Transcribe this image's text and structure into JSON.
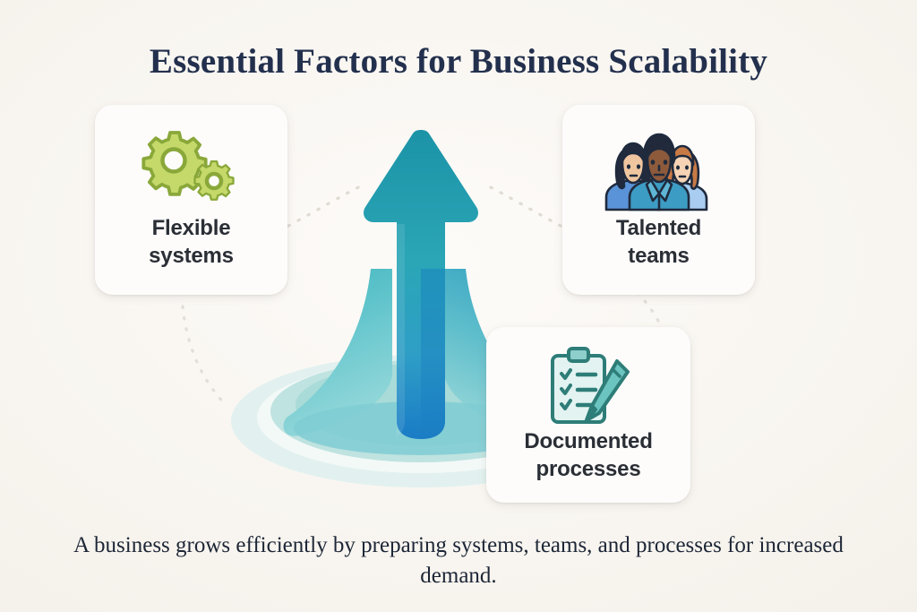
{
  "page": {
    "title": "Essential Factors for Business Scalability",
    "caption": "A business grows efficiently by preparing systems, teams, and processes for increased demand.",
    "background_color": "#f7f4ef",
    "title_color": "#23304d",
    "caption_color": "#1d2636"
  },
  "arrow": {
    "name": "upward-growth-arrow",
    "direction": "up",
    "color_top": "#1a90a6",
    "color_mid": "#2aa3b4",
    "color_bottom": "#1b7fc4",
    "base_ring_outer_color": "#dff0ef",
    "base_ring_inner_color": "#bfe3e0"
  },
  "cards": [
    {
      "id": "flexible",
      "label_line1": "Flexible",
      "label_line2": "systems",
      "icon": "gears-icon",
      "icon_fill": "#c5d96a",
      "icon_stroke": "#8aa83a",
      "position": "top-left"
    },
    {
      "id": "talented",
      "label_line1": "Talented",
      "label_line2": "teams",
      "icon": "people-team-icon",
      "icon_fill": "#5aa7de",
      "icon_stroke": "#1f2a3d",
      "position": "top-right"
    },
    {
      "id": "documented",
      "label_line1": "Documented",
      "label_line2": "processes",
      "icon": "clipboard-checklist-pen-icon",
      "icon_fill": "#d9f0ee",
      "icon_stroke": "#2e7d78",
      "position": "bottom-center-right"
    }
  ],
  "connectors": [
    {
      "name": "connector-flexible-to-arrow",
      "style": "dotted",
      "color": "#e2ddd6"
    },
    {
      "name": "connector-talented-to-arrow",
      "style": "dotted",
      "color": "#e2ddd6"
    },
    {
      "name": "connector-flexible-to-base",
      "style": "dotted",
      "color": "#e2ddd6"
    },
    {
      "name": "connector-documented-to-base",
      "style": "dotted",
      "color": "#e2ddd6"
    }
  ]
}
